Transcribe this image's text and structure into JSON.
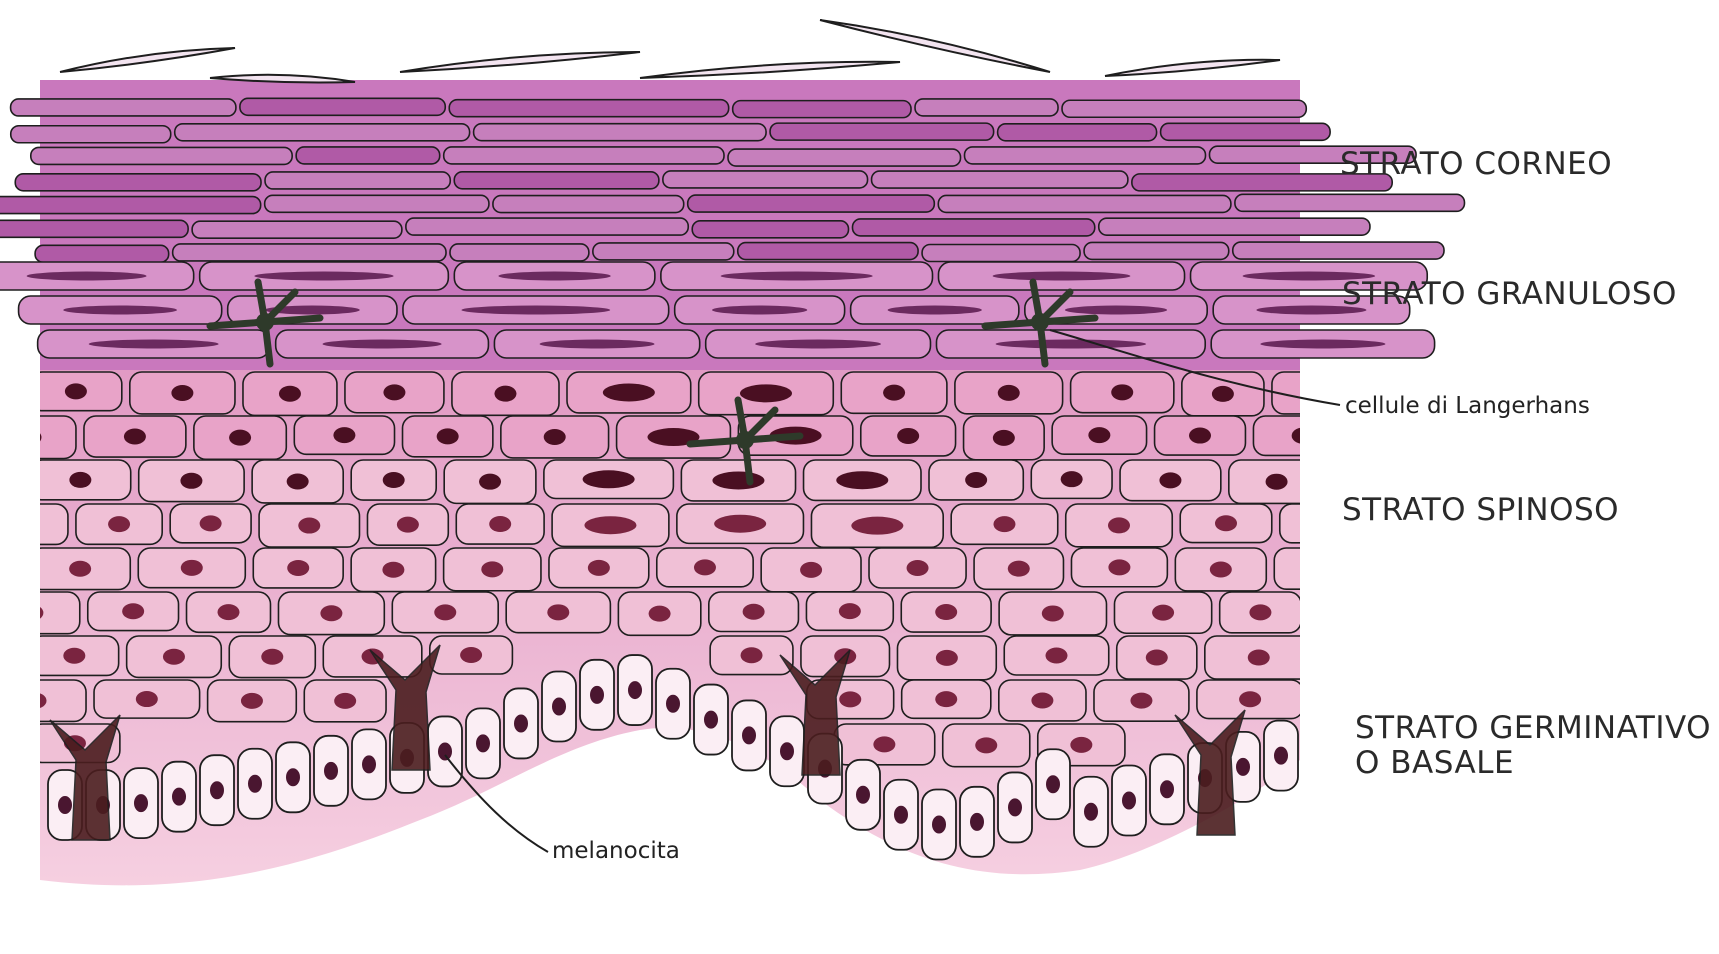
{
  "colors": {
    "corneo_fill": "#b05aa6",
    "corneo_fill_light": "#c67fbc",
    "granuloso_fill": "#d793c9",
    "granule": "#6b2a5f",
    "spinoso_fill": "#f0c0d6",
    "spinoso_fill_top": "#e8a3c8",
    "nucleus": "#7a2440",
    "nucleus_dark": "#4a0f22",
    "basal_fill": "#fbeef4",
    "melanocyte": "#4b1d1f",
    "langerhans": "#2e3a2a",
    "outline": "#1e1e1e"
  },
  "labels": {
    "corneo": "STRATO CORNEO",
    "granuloso": "STRATO GRANULOSO",
    "langerhans": "cellule di Langerhans",
    "spinoso": "STRATO SPINOSO",
    "germinativo_line1": "STRATO GERMINATIVO",
    "germinativo_line2": "O BASALE",
    "melanocita": "melanocita"
  }
}
